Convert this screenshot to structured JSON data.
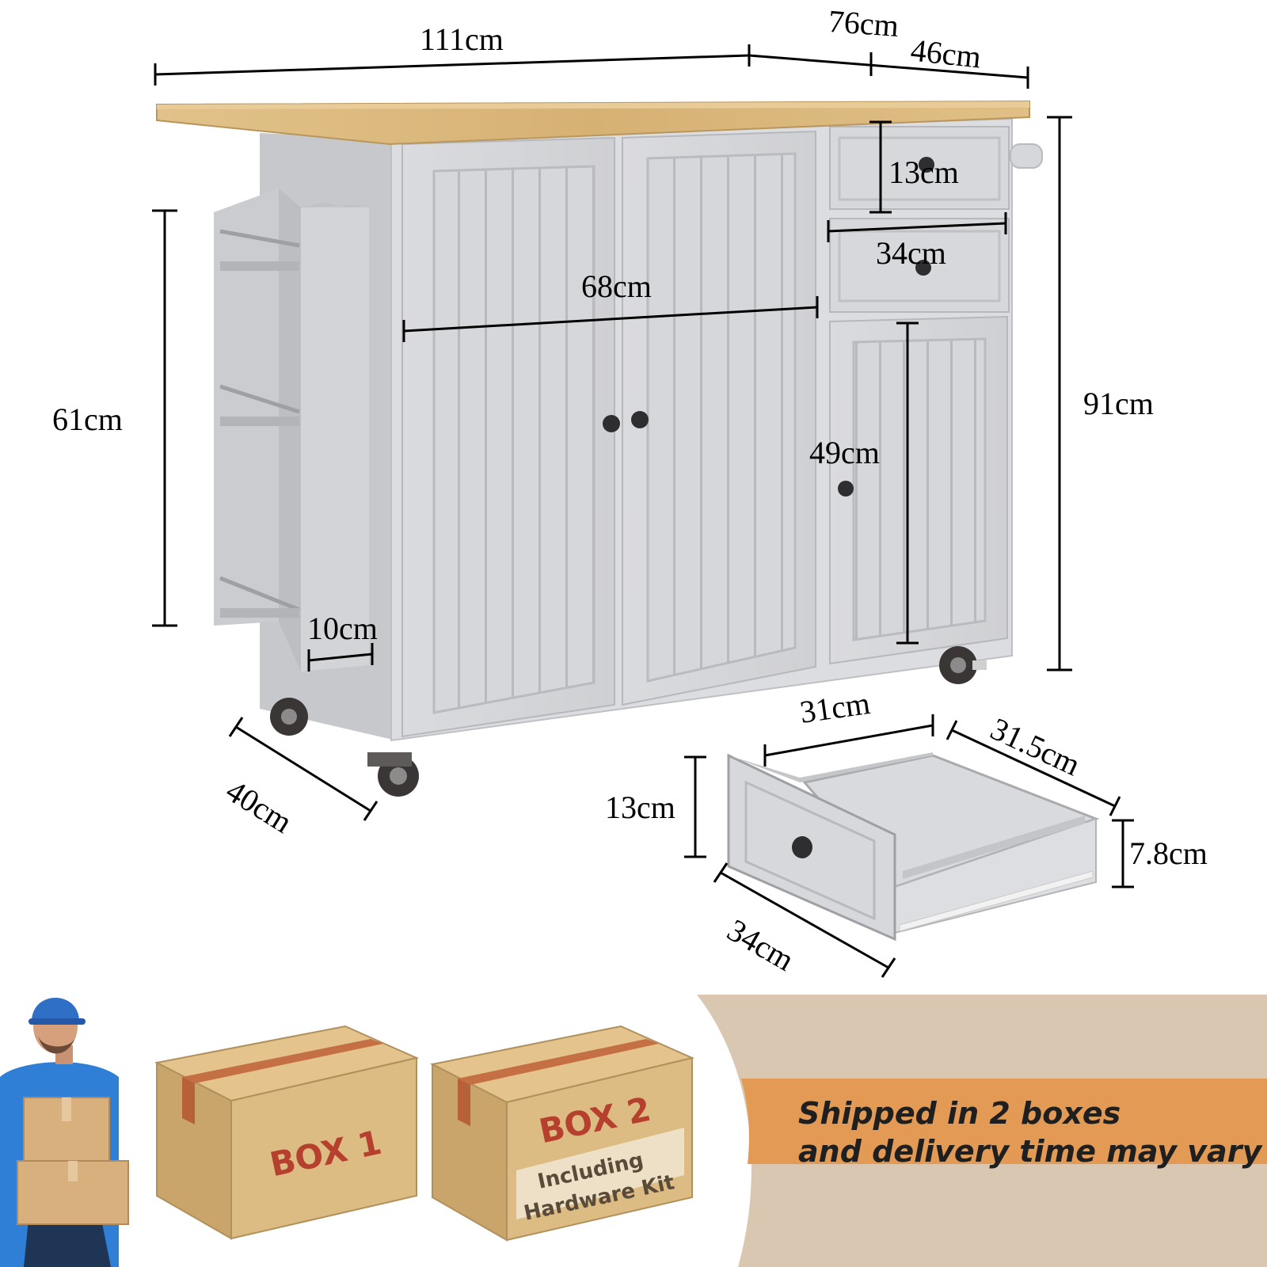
{
  "dimensions": {
    "overall_length": "111cm",
    "extended_depth": "76cm",
    "top_depth": "46cm",
    "drawer_height_top": "13cm",
    "drawer_width": "34cm",
    "doors_width": "68cm",
    "rack_height": "61cm",
    "total_height": "91cm",
    "side_door_height": "49cm",
    "rack_depth": "10cm",
    "base_depth": "40cm",
    "drawer_inner_width": "31cm",
    "drawer_inner_depth": "31.5cm",
    "drawer_front_height": "13cm",
    "drawer_side_height": "7.8cm",
    "drawer_front_width": "34cm"
  },
  "shipping": {
    "box1_label": "BOX 1",
    "box2_label": "BOX 2",
    "box2_sub_line1": "Including",
    "box2_sub_line2": "Hardware Kit",
    "message_line1": "Shipped in 2 boxes",
    "message_line2": "and delivery time may vary"
  },
  "colors": {
    "cabinet_gray": "#d4d5d8",
    "wood_top": "#d9b67a",
    "banner_beige": "#d9c7b2",
    "banner_orange": "#e29a55",
    "box_cardboard": "#d8b77e",
    "box_tape": "#c46f44"
  }
}
